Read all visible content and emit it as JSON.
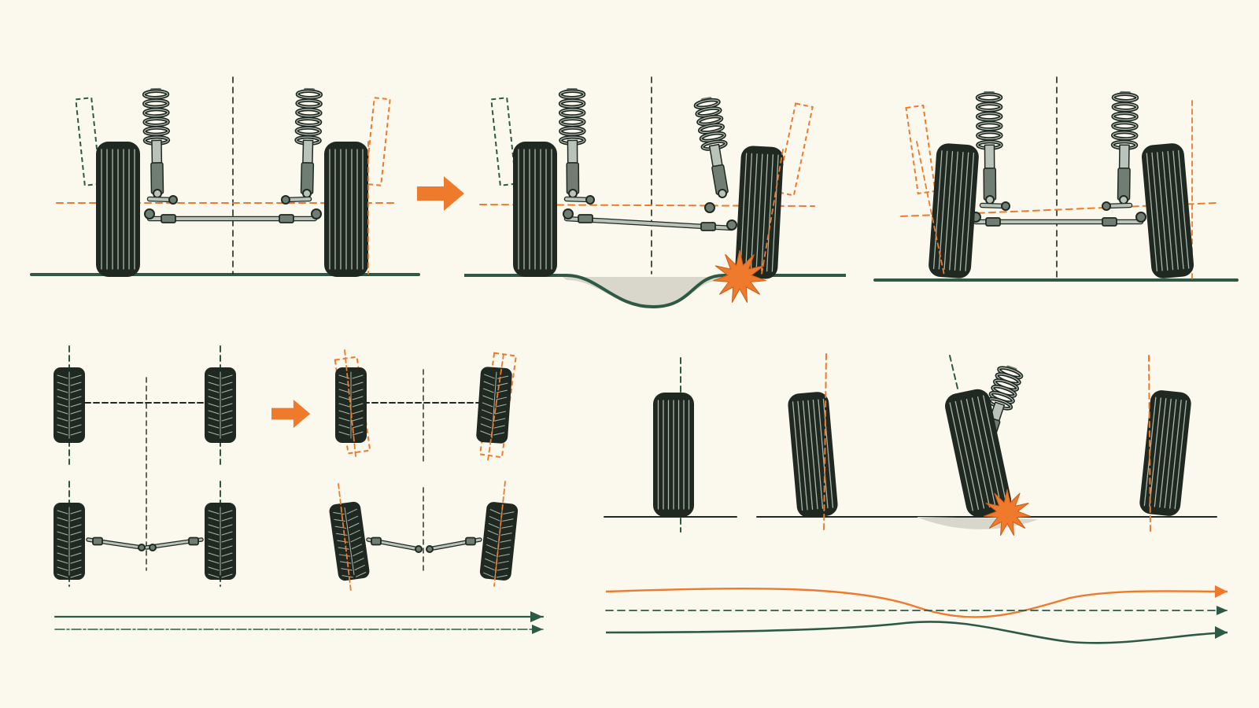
{
  "colors": {
    "background": "#fbf8ee",
    "primary": "#2e5a45",
    "accent": "#f07a2c",
    "tire": "#1f2922",
    "tire_groove": "#a9b8ab",
    "metal": "#6f7d72",
    "metal_light": "#b9c3ba",
    "pothole": "#d9d6cc"
  },
  "panels": [
    {
      "id": "front-axle-aligned",
      "kind": "front-view-axle",
      "state": "aligned"
    },
    {
      "id": "front-axle-pothole-impact",
      "kind": "front-view-axle",
      "state": "impact"
    },
    {
      "id": "front-axle-misaligned",
      "kind": "front-view-axle",
      "state": "misaligned"
    },
    {
      "id": "top-view-toe",
      "kind": "top-view-axles",
      "states": [
        "aligned",
        "toe-misaligned"
      ]
    },
    {
      "id": "single-wheel-sequence",
      "kind": "front-view-wheels",
      "states": [
        "aligned",
        "tilted",
        "impact",
        "tilted"
      ]
    },
    {
      "id": "straight-travel-paths",
      "kind": "travel-paths",
      "paths": 2
    },
    {
      "id": "wandering-travel-paths",
      "kind": "travel-paths",
      "paths": 3
    }
  ],
  "icons": [
    "arrow-right-icon",
    "impact-burst-icon",
    "coil-spring-icon",
    "tire-icon",
    "tie-rod-icon"
  ]
}
